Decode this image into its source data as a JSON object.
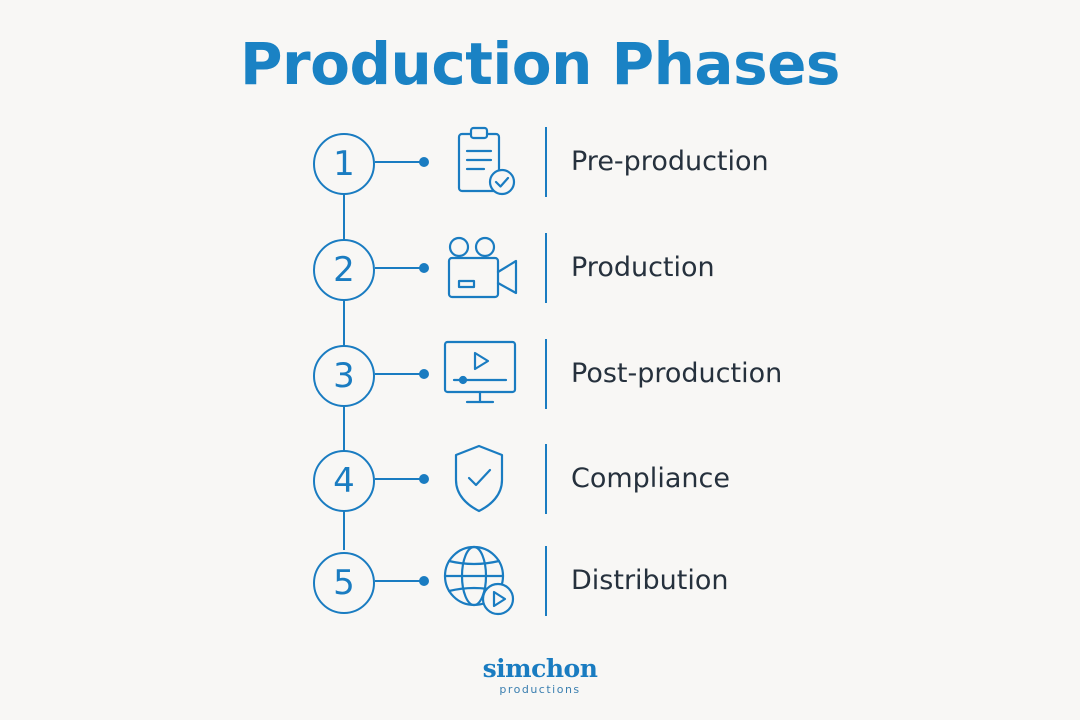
{
  "title": "Production Phases",
  "accent_color": "#1a7cc1",
  "steps": [
    {
      "number": "1",
      "label": "Pre-production",
      "icon": "clipboard-check-icon"
    },
    {
      "number": "2",
      "label": "Production",
      "icon": "film-camera-icon"
    },
    {
      "number": "3",
      "label": "Post-production",
      "icon": "monitor-play-icon"
    },
    {
      "number": "4",
      "label": "Compliance",
      "icon": "shield-check-icon"
    },
    {
      "number": "5",
      "label": "Distribution",
      "icon": "globe-play-icon"
    }
  ],
  "brand": {
    "name": "simchon",
    "tagline": "productions"
  }
}
